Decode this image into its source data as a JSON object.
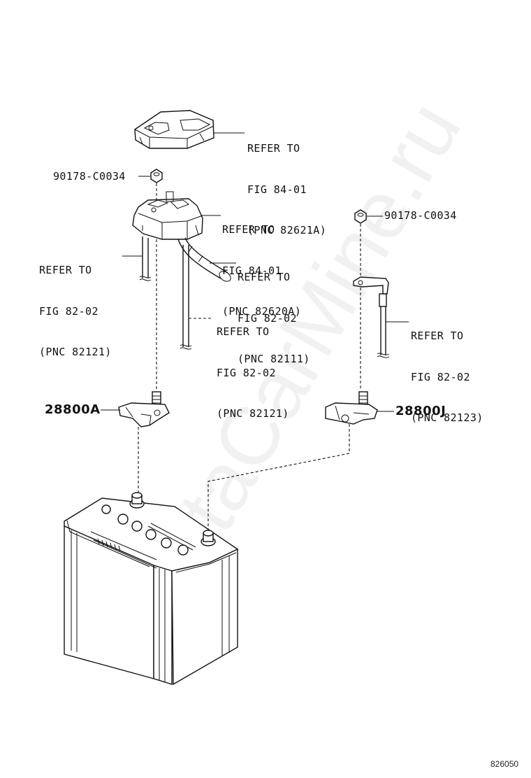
{
  "watermark": "ToyotaCarMine.ru",
  "figure_number": "826050",
  "callouts": {
    "relay_top": {
      "line1": "REFER TO",
      "line2": "FIG 84-01",
      "line3": "(PNC 82621A)"
    },
    "nut_left": {
      "text": "90178-C0034"
    },
    "relay_block": {
      "line1": "REFER TO",
      "line2": "FIG 84-01",
      "line3": "(PNC 82620A)"
    },
    "wire_left": {
      "line1": "REFER TO",
      "line2": "FIG 82-02",
      "line3": "(PNC 82121)"
    },
    "harness": {
      "line1": "REFER TO",
      "line2": "FIG 82-02",
      "line3": "(PNC 82111)"
    },
    "wire_mid": {
      "line1": "REFER TO",
      "line2": "FIG 82-02",
      "line3": "(PNC 82121)"
    },
    "nut_right": {
      "text": "90178-C0034"
    },
    "wire_right": {
      "line1": "REFER TO",
      "line2": "FIG 82-02",
      "line3": "(PNC 82123)"
    },
    "terminal_left": {
      "text": "28800A"
    },
    "terminal_right": {
      "text": "28800J"
    }
  }
}
